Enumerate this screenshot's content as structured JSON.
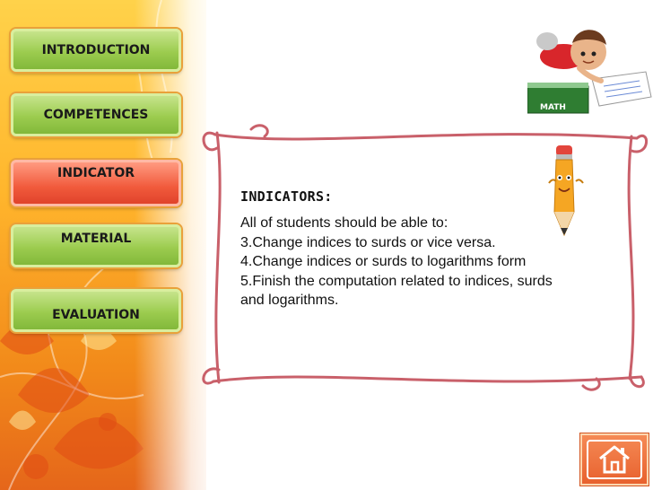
{
  "nav": {
    "items": [
      {
        "label": "INTRODUCTION"
      },
      {
        "label": "COMPETENCES"
      },
      {
        "label": "INDICATOR"
      },
      {
        "label": "MATERIAL"
      },
      {
        "label": "EVALUATION"
      }
    ],
    "active": "INDICATOR"
  },
  "content": {
    "heading": "INDICATORS:",
    "lines": [
      "All of students should be able to:",
      "3.Change indices to surds or  vice versa.",
      "4.Change indices or surds to logarithms form",
      "5.Finish the computation related to indices, surds",
      "and logarithms."
    ]
  },
  "illustration": {
    "book_label": "MATH",
    "icons": [
      "boy-reading-icon",
      "pencil-character-icon",
      "home-icon"
    ]
  },
  "colors": {
    "nav_green": "#9ccc4f",
    "nav_active": "#f15a3c",
    "frame_stroke": "#c9606a",
    "background_orange": "#f28a1a"
  }
}
